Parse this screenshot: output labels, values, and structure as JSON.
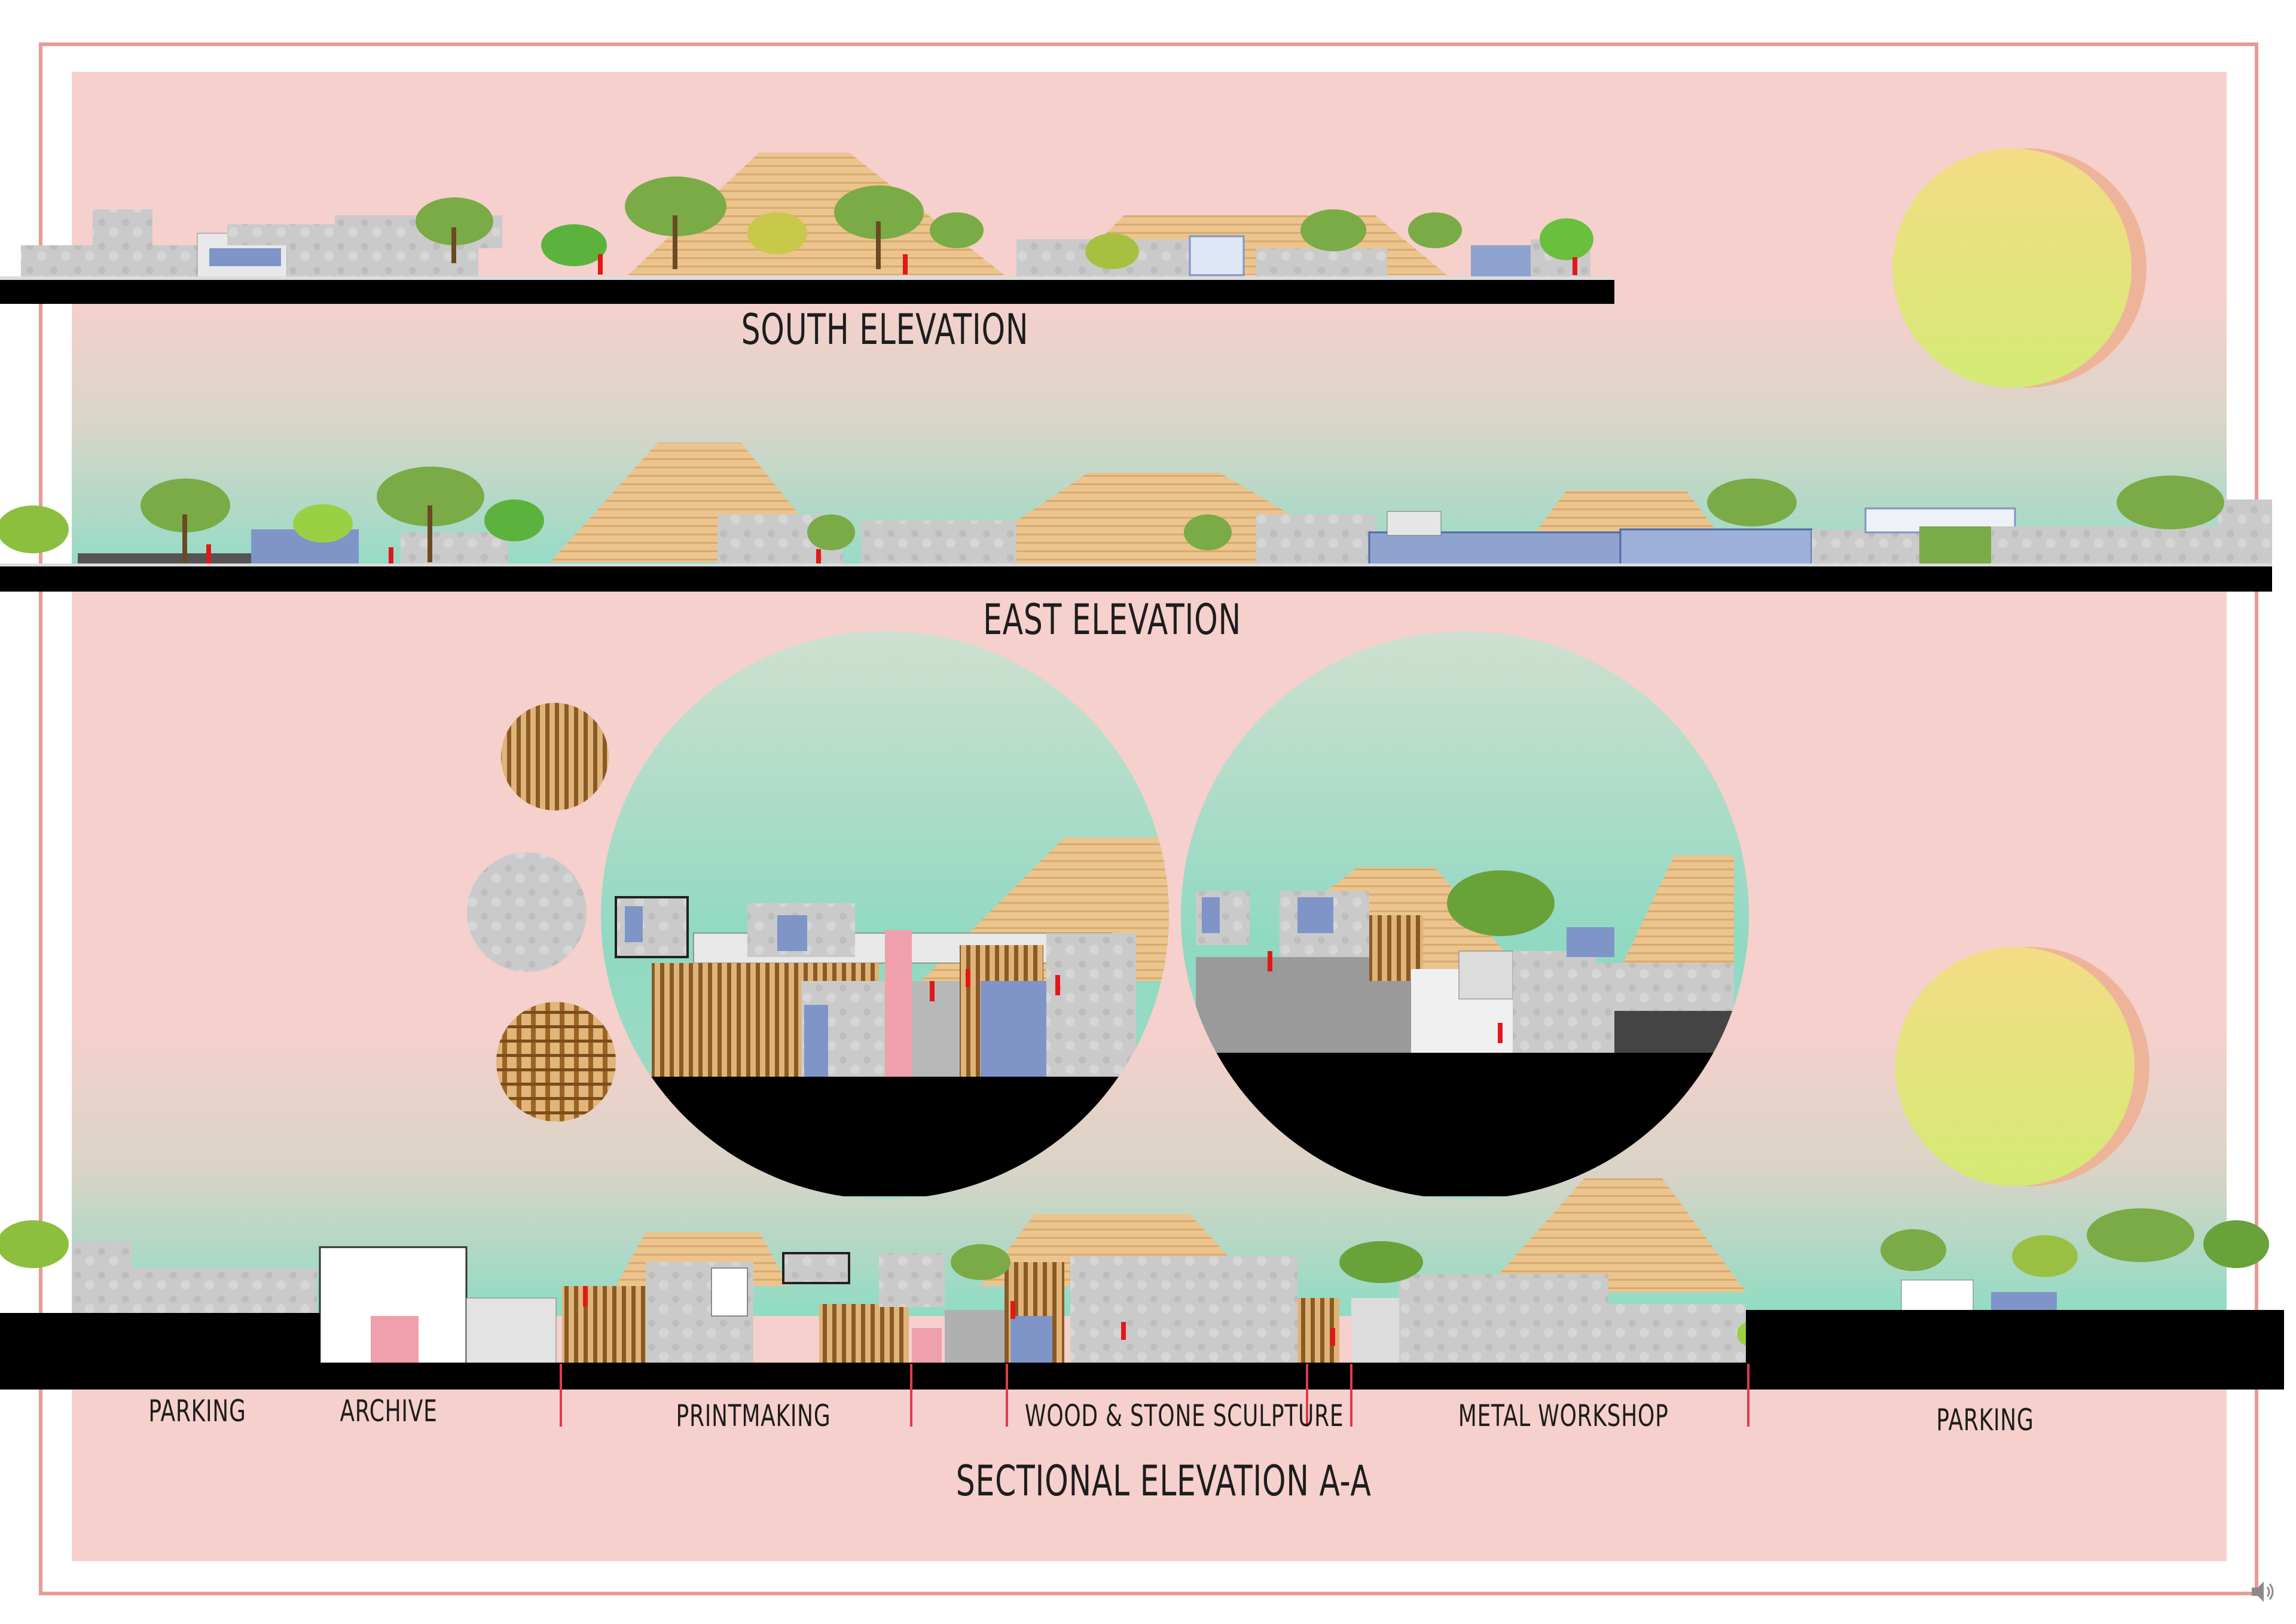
{
  "elevations": {
    "south": {
      "title": "SOUTH ELEVATION"
    },
    "east": {
      "title": "EAST ELEVATION"
    },
    "section": {
      "title": "SECTIONAL ELEVATION A-A"
    }
  },
  "zones": [
    {
      "id": "parking-west",
      "label": "PARKING"
    },
    {
      "id": "archive",
      "label": "ARCHIVE"
    },
    {
      "id": "printmaking",
      "label": "PRINTMAKING"
    },
    {
      "id": "wood-stone",
      "label": "WOOD & STONE SCULPTURE"
    },
    {
      "id": "metal",
      "label": "METAL WORKSHOP"
    },
    {
      "id": "parking-east",
      "label": "PARKING"
    }
  ],
  "material_swatches": [
    {
      "name": "wood-slat",
      "color": "#b07a3a"
    },
    {
      "name": "stone",
      "color": "#c2c2c2"
    },
    {
      "name": "wood-lattice",
      "color": "#a26a2c"
    }
  ],
  "colors": {
    "frame": "#e89a95",
    "background_pink": "#f6d0cc",
    "sky_green": "#9fdcc4",
    "sand": "#e7c08c",
    "stone": "#c8c8c8",
    "ground": "#000000",
    "glass": "#7f95c8",
    "tree": "#76a843",
    "sun": "#f0e07a",
    "human": "#e01818"
  },
  "icons": {
    "audio": "speaker-icon"
  }
}
